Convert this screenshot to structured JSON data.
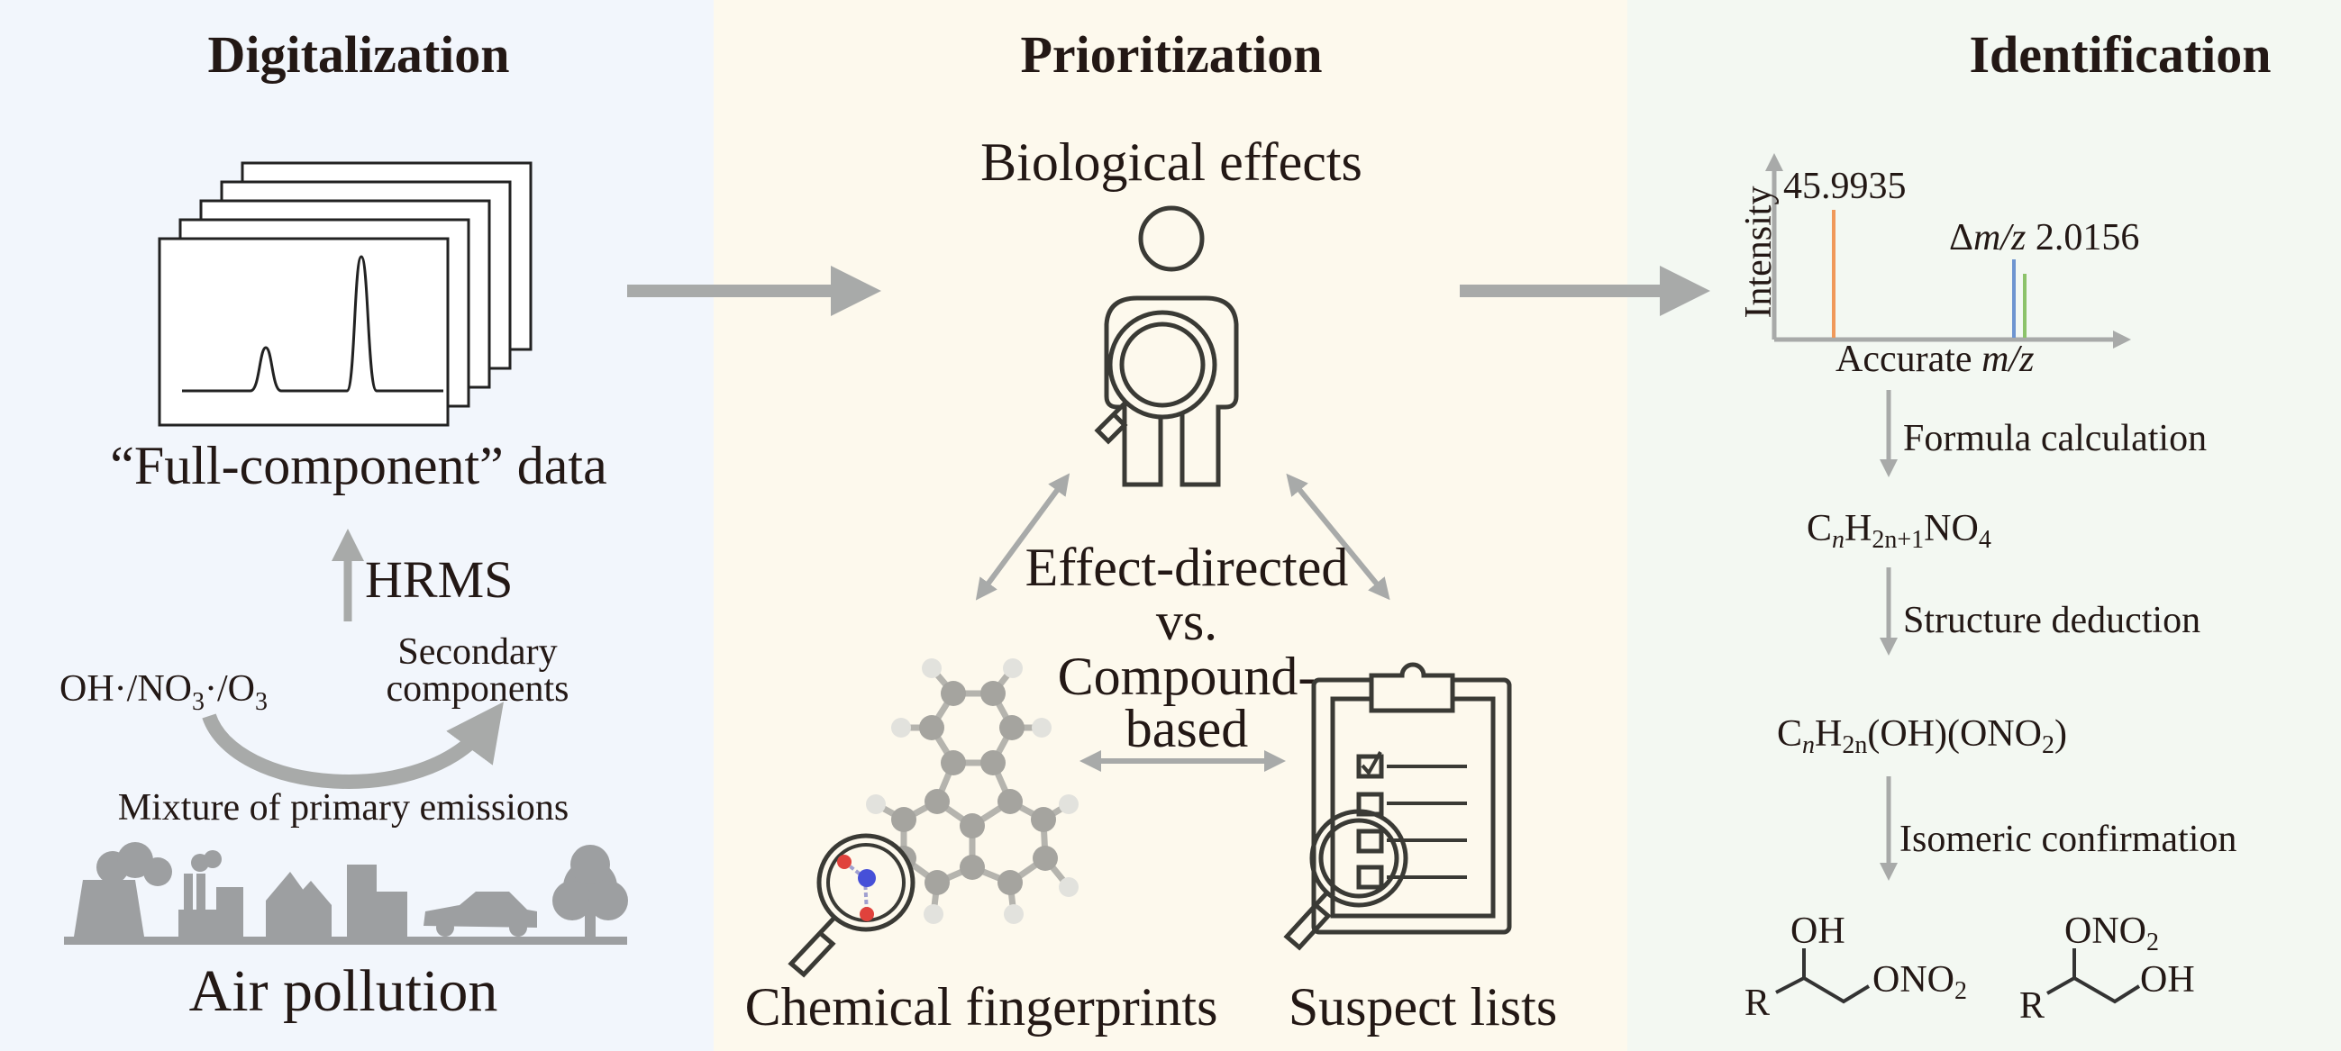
{
  "panels": {
    "digitalization": {
      "title": "Digitalization",
      "data_label": "“Full-component” data",
      "hrms_label": "HRMS",
      "oxidants": {
        "a": "OH·/NO",
        "a_sub": "3",
        "b": "·/O",
        "b_sub": "3"
      },
      "secondary_line1": "Secondary",
      "secondary_line2": "components",
      "mixture_label": "Mixture of primary emissions",
      "source_label": "Air pollution"
    },
    "prioritization": {
      "title": "Prioritization",
      "bio_label": "Biological effects",
      "center_line1": "Effect-directed",
      "center_line2": "vs.",
      "center_line3": "Compound-",
      "center_line4": "based",
      "fingerprints_label": "Chemical fingerprints",
      "suspect_label": "Suspect lists"
    },
    "identification": {
      "title": "Identification",
      "spectrum": {
        "y_label": "Intensity",
        "x_label": "Accurate ",
        "x_label_italic": "m/z",
        "peak_label": "45.9935",
        "delta_prefix": "Δ",
        "delta_italic": "m/z",
        "delta_value": " 2.0156",
        "peak_colors": [
          "#f0995a",
          "#6e95d0",
          "#8cc36a"
        ]
      },
      "step1": "Formula calculation",
      "formula1": {
        "c": "C",
        "n": "n",
        "h": "H",
        "h_sub": "2n+1",
        "rest": "NO",
        "rest_sub": "4"
      },
      "step2": "Structure deduction",
      "formula2": {
        "c": "C",
        "n": "n",
        "h": "H",
        "h_sub": "2n",
        "rest": "(OH)(ONO",
        "rest_sub": "2",
        "close": ")"
      },
      "step3": "Isomeric confirmation",
      "isomer1": {
        "r": "R",
        "top": "OH",
        "side": "ONO",
        "side_sub": "2"
      },
      "isomer2": {
        "r": "R",
        "top": "ONO",
        "top_sub": "2",
        "side": "OH"
      }
    }
  },
  "colors": {
    "left_bg": "#f2f6fc",
    "middle_bg": "#fdf9ed",
    "right_bg": "#f3f8f2",
    "arrow": "#a8aaa9",
    "icon_gray": "#9d9fa1"
  }
}
